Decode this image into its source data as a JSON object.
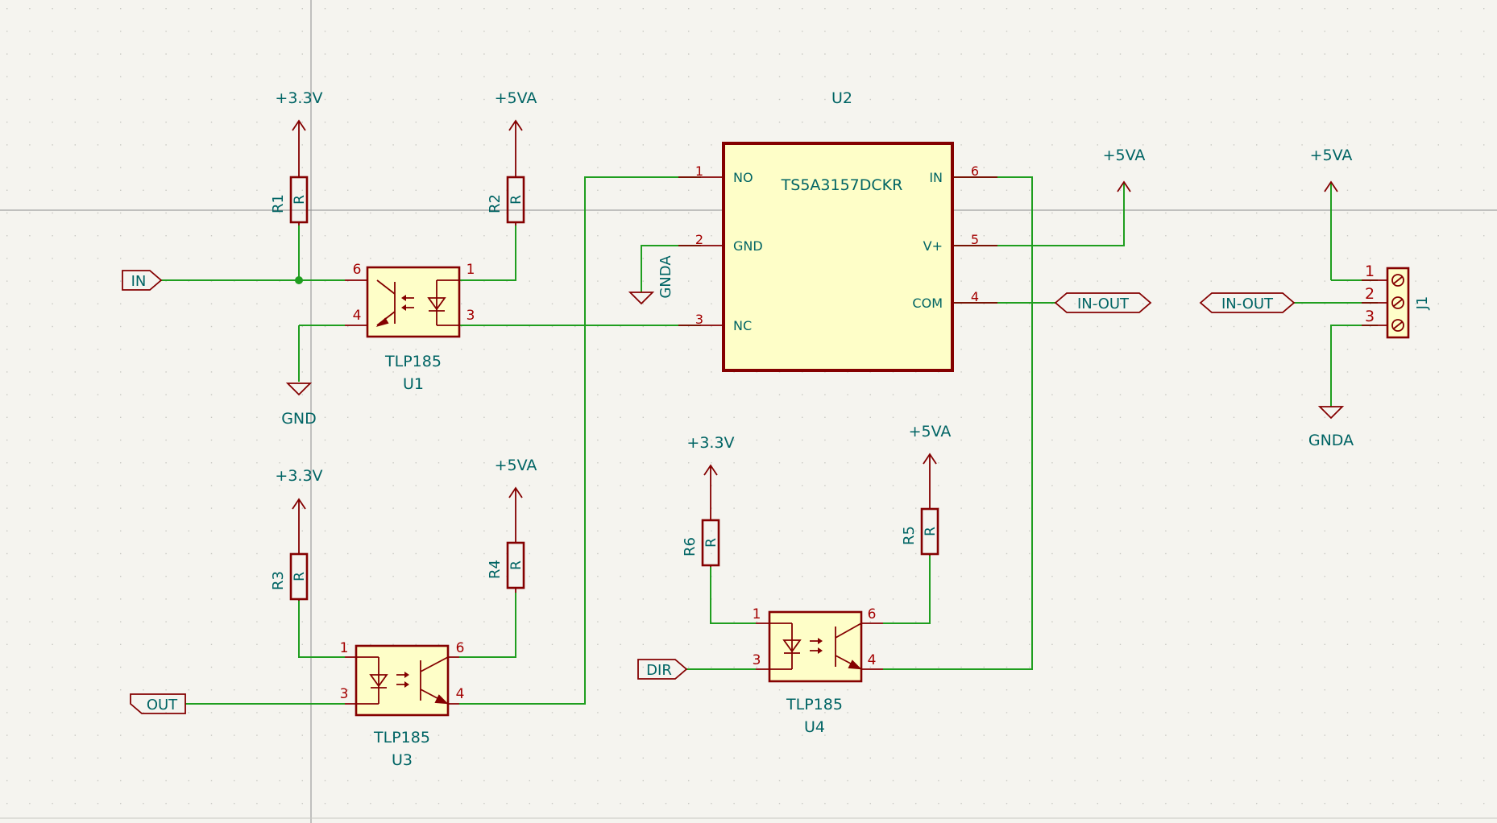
{
  "colors": {
    "background": "#f5f4ef",
    "wire": "#1f9e1f",
    "symbol": "#840000",
    "symbol_fill": "#fefec8",
    "text": "#006464",
    "pin_number": "#a30000"
  },
  "power": {
    "p33v": "+3.3V",
    "p5va": "+5VA",
    "gnd": "GND",
    "gnda": "GNDA"
  },
  "labels": {
    "in": "IN",
    "out": "OUT",
    "dir": "DIR",
    "in_out": "IN-OUT"
  },
  "resistors": {
    "value": "R",
    "r1": "R1",
    "r2": "R2",
    "r3": "R3",
    "r4": "R4",
    "r5": "R5",
    "r6": "R6"
  },
  "optos": {
    "value": "TLP185",
    "u1": "U1",
    "u3": "U3",
    "u4": "U4"
  },
  "ic": {
    "ref": "U2",
    "value": "TS5A3157DCKR",
    "pins": {
      "no": "NO",
      "gnd": "GND",
      "nc": "NC",
      "in": "IN",
      "vplus": "V+",
      "com": "COM"
    }
  },
  "connector": {
    "ref": "J1"
  },
  "pin_numbers": {
    "n1": "1",
    "n2": "2",
    "n3": "3",
    "n4": "4",
    "n5": "5",
    "n6": "6"
  }
}
